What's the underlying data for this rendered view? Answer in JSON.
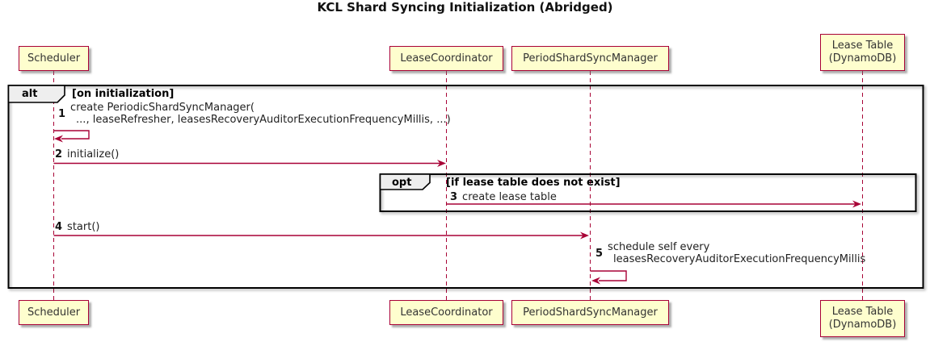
{
  "title": "KCL Shard Syncing Initialization (Abridged)",
  "participants": {
    "scheduler": {
      "label": "Scheduler"
    },
    "lease_coordinator": {
      "label": "LeaseCoordinator"
    },
    "period_shard_sync_manager": {
      "label": "PeriodShardSyncManager"
    },
    "lease_table": {
      "label_line1": "Lease Table",
      "label_line2": "(DynamoDB)"
    }
  },
  "frames": {
    "alt": {
      "keyword": "alt",
      "condition": "[on initialization]"
    },
    "opt": {
      "keyword": "opt",
      "condition": "[if lease table does not exist]"
    }
  },
  "messages": {
    "m1": {
      "num": "1",
      "line1": "create PeriodicShardSyncManager(",
      "line2": "..., leaseRefresher, leasesRecoveryAuditorExecutionFrequencyMillis, ...)"
    },
    "m2": {
      "num": "2",
      "text": "initialize()"
    },
    "m3": {
      "num": "3",
      "text": "create lease table"
    },
    "m4": {
      "num": "4",
      "text": "start()"
    },
    "m5": {
      "num": "5",
      "line1": "schedule self every",
      "line2": "leasesRecoveryAuditorExecutionFrequencyMillis"
    }
  },
  "colors": {
    "participant_fill": "#FEFECE",
    "participant_border": "#A80036",
    "lifeline": "#A80036",
    "arrow": "#A80036",
    "frame_border": "#000000",
    "frame_label_fill": "#EEEEEE"
  }
}
